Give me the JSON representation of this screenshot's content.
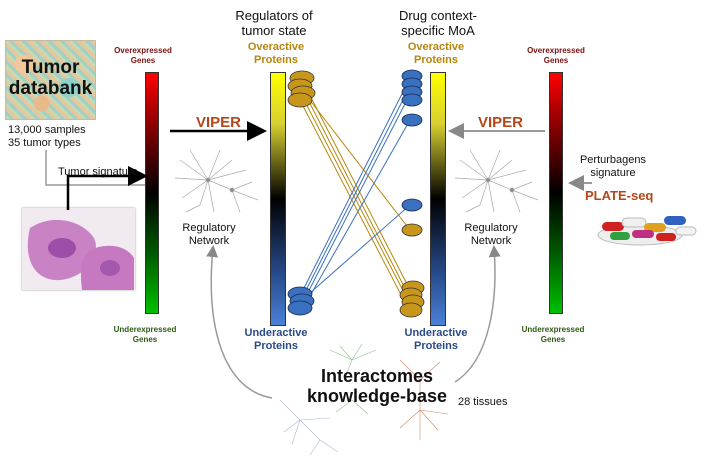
{
  "header": {
    "regulators": "Regulators of\ntumor state",
    "drug_moa": "Drug context-\nspecific MoA"
  },
  "databank": {
    "title": "Tumor\ndatabank",
    "samples": "13,000 samples",
    "tumor_types": "35 tumor types"
  },
  "left": {
    "overexpressed": "Overexpressed\nGenes",
    "underexpressed": "Underexpressed\nGenes",
    "tumor_signature": "Tumor signature",
    "viper": "VIPER",
    "network": "Regulatory\nNetwork"
  },
  "middle": {
    "overactive_left": "Overactive\nProteins",
    "underactive_left": "Underactive\nProteins",
    "overactive_right": "Overactive\nProteins",
    "underactive_right": "Underactive\nProteins"
  },
  "right": {
    "overexpressed": "Overexpressed\nGenes",
    "underexpressed": "Underexpressed\nGenes",
    "viper": "VIPER",
    "perturbagens": "Perturbagens\nsignature",
    "plate_seq": "PLATE-seq",
    "network": "Regulatory\nNetwork"
  },
  "bottom": {
    "interactomes": "Interactomes\nknowledge-base",
    "tissues": "28 tissues"
  },
  "colors": {
    "gold": "#b8860b",
    "blue": "#3a70c0",
    "viper": "#b5471b"
  }
}
